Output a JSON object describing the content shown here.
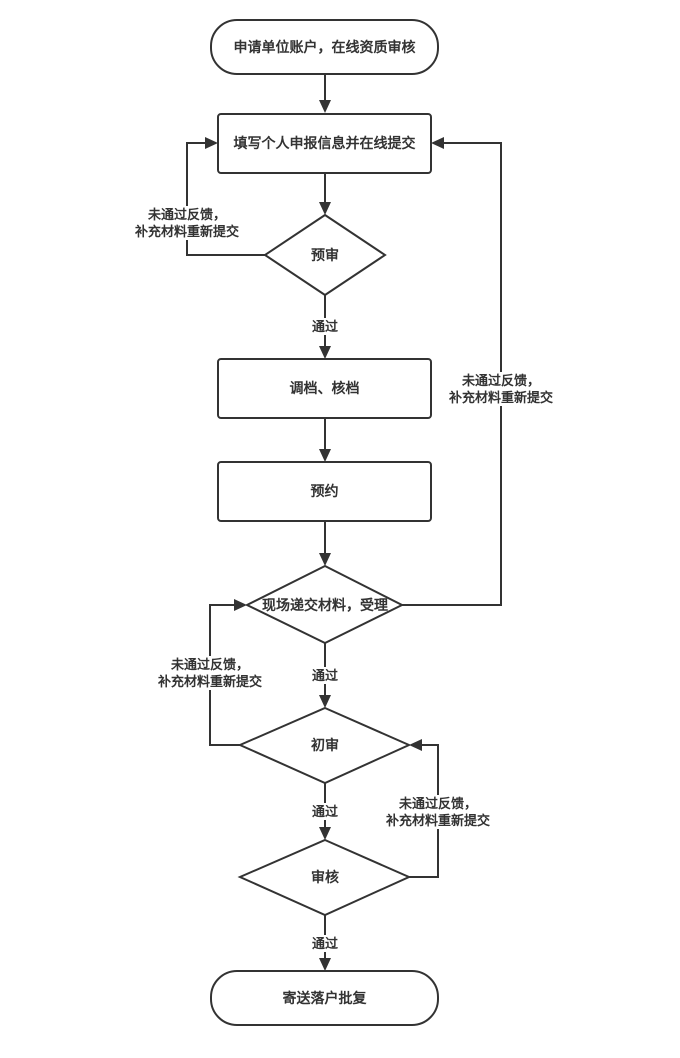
{
  "diagram": {
    "type": "flowchart",
    "nodes": {
      "start": {
        "label": "申请单位账户，在线资质审核",
        "shape": "terminal"
      },
      "fill_info": {
        "label": "填写个人申报信息并在线提交",
        "shape": "process"
      },
      "pre_review": {
        "label": "预审",
        "shape": "decision"
      },
      "file_check": {
        "label": "调档、核档",
        "shape": "process"
      },
      "appointment": {
        "label": "预约",
        "shape": "process"
      },
      "onsite": {
        "label": "现场递交材料，受理",
        "shape": "decision"
      },
      "first_review": {
        "label": "初审",
        "shape": "decision"
      },
      "audit": {
        "label": "审核",
        "shape": "decision"
      },
      "end": {
        "label": "寄送落户批复",
        "shape": "terminal"
      }
    },
    "edge_labels": {
      "pass": "通过",
      "fail_line1": "未通过反馈，",
      "fail_line2": "补充材料重新提交"
    },
    "edges": [
      {
        "from": "start",
        "to": "fill_info",
        "label": ""
      },
      {
        "from": "fill_info",
        "to": "pre_review",
        "label": ""
      },
      {
        "from": "pre_review",
        "to": "fill_info",
        "label": "未通过反馈，补充材料重新提交"
      },
      {
        "from": "pre_review",
        "to": "file_check",
        "label": "通过"
      },
      {
        "from": "file_check",
        "to": "appointment",
        "label": ""
      },
      {
        "from": "appointment",
        "to": "onsite",
        "label": ""
      },
      {
        "from": "onsite",
        "to": "fill_info",
        "label": "未通过反馈，补充材料重新提交"
      },
      {
        "from": "onsite",
        "to": "first_review",
        "label": "通过"
      },
      {
        "from": "first_review",
        "to": "onsite",
        "label": "未通过反馈，补充材料重新提交"
      },
      {
        "from": "first_review",
        "to": "audit",
        "label": "通过"
      },
      {
        "from": "audit",
        "to": "first_review",
        "label": "未通过反馈，补充材料重新提交"
      },
      {
        "from": "audit",
        "to": "end",
        "label": "通过"
      }
    ]
  }
}
